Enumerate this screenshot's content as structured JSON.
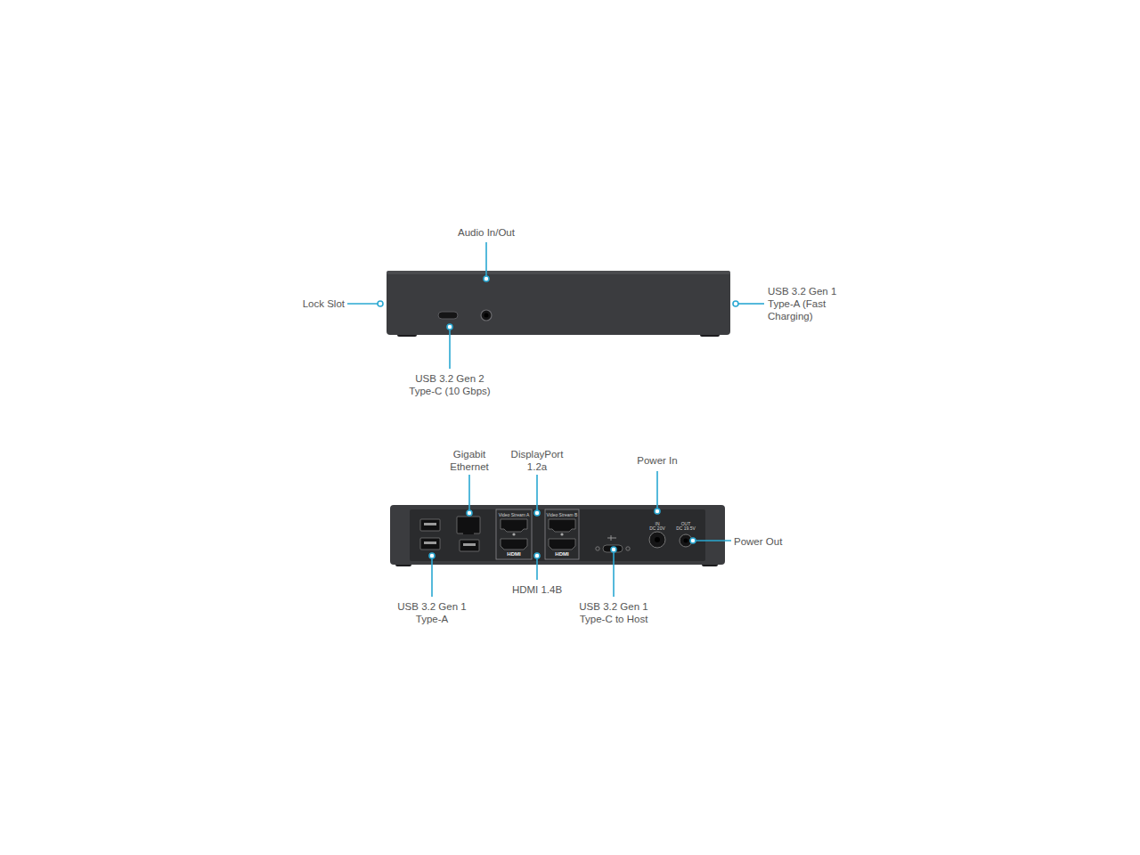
{
  "diagram": {
    "labels": [
      "Audio In/Out",
      "Lock Slot",
      "USB 3.2 Gen 1 Type-A (Fast Charging)",
      "USB 3.2 Gen 2 Type-C (10 Gbps)",
      "Gigabit Ethernet",
      "DisplayPort 1.2a",
      "Power In",
      "Power Out",
      "USB 3.2 Gen 1 Type-A",
      "HDMI 1.4B",
      "USB 3.2 Gen 1 Type-C to Host",
      "Video Stream A",
      "Video Stream B",
      "HDMI",
      "HDMI",
      "IN",
      "DC 20V",
      "OUT",
      "DC 19.5V"
    ]
  }
}
